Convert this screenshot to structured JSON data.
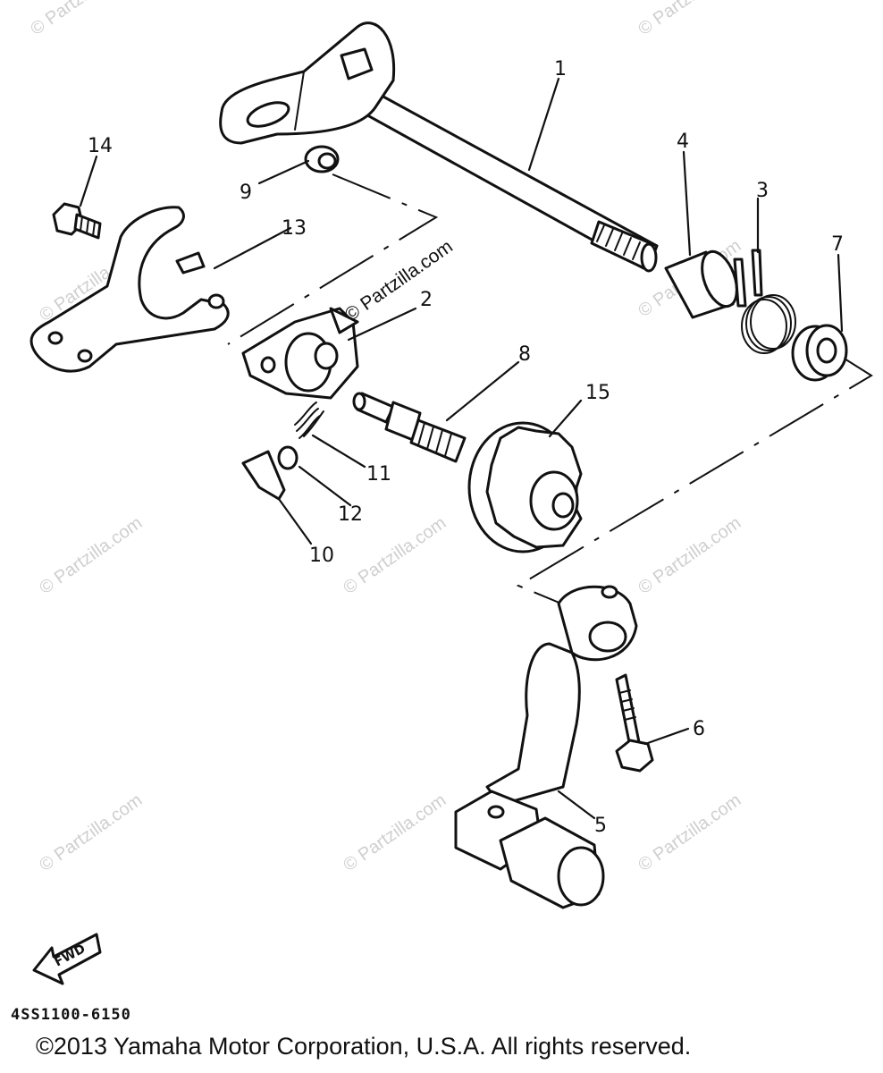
{
  "callouts": {
    "c1": "1",
    "c2": "2",
    "c3": "3",
    "c4": "4",
    "c5": "5",
    "c6": "6",
    "c7": "7",
    "c8": "8",
    "c9": "9",
    "c10": "10",
    "c11": "11",
    "c12": "12",
    "c13": "13",
    "c14": "14",
    "c15": "15"
  },
  "fwd_label": "FWD",
  "watermark": "© Partzilla.com",
  "diagram_code": "4SS1100-6150",
  "copyright": "©2013 Yamaha Motor Corporation, U.S.A. All rights reserved.",
  "colors": {
    "ink": "#111111",
    "watermark": "#cfcfcf",
    "background": "#ffffff"
  }
}
